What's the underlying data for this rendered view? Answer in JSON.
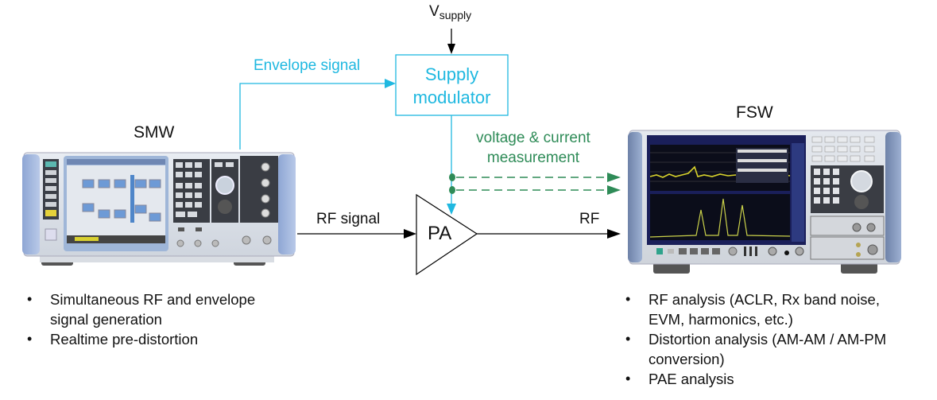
{
  "diagram": {
    "title": "Envelope tracking PA test setup",
    "nodes": {
      "smw": {
        "label": "SMW",
        "kind": "signal generator"
      },
      "fsw": {
        "label": "FSW",
        "kind": "signal & spectrum analyzer"
      },
      "supply_modulator": {
        "label_line1": "Supply",
        "label_line2": "modulator"
      },
      "pa": {
        "label": "PA"
      },
      "vsupply": {
        "main": "V",
        "sub": "supply"
      }
    },
    "edges": [
      {
        "from": "smw",
        "to": "supply_modulator",
        "label": "Envelope signal",
        "style": "solid",
        "color": "#1fb8e0"
      },
      {
        "from": "vsupply",
        "to": "supply_modulator",
        "label": "",
        "style": "solid",
        "color": "#000000"
      },
      {
        "from": "supply_modulator",
        "to": "pa",
        "label": "",
        "style": "solid",
        "color": "#1fb8e0"
      },
      {
        "from": "pa_supply_tap",
        "to": "fsw",
        "label": "voltage & current measurement",
        "style": "dashed",
        "color": "#2e8b57"
      },
      {
        "from": "smw",
        "to": "pa",
        "label": "RF signal",
        "style": "solid",
        "color": "#000000"
      },
      {
        "from": "pa",
        "to": "fsw",
        "label": "RF",
        "style": "solid",
        "color": "#000000"
      }
    ],
    "labels": {
      "envelope": "Envelope signal",
      "measurement_line1": "voltage & current",
      "measurement_line2": "measurement",
      "rf_signal": "RF signal",
      "rf": "RF"
    },
    "smw_features": [
      "Simultaneous RF and envelope signal generation",
      "Realtime pre-distortion"
    ],
    "smw_features_lines": [
      "Simultaneous RF and envelope",
      "signal generation",
      "Realtime pre-distortion"
    ],
    "fsw_features": [
      "RF analysis (ACLR, Rx band noise, EVM, harmonics, etc.)",
      "Distortion analysis (AM-AM / AM-PM conversion)",
      "PAE analysis"
    ],
    "fsw_features_lines": {
      "item1_line1": "RF analysis (ACLR, Rx band noise,",
      "item1_line2": "EVM, harmonics, etc.)",
      "item2_line1": "Distortion analysis (AM-AM / AM-PM",
      "item2_line2": "conversion)",
      "item3": "PAE analysis"
    },
    "colors": {
      "cyan": "#1fb8e0",
      "green": "#2e8b57",
      "black": "#000000"
    }
  }
}
